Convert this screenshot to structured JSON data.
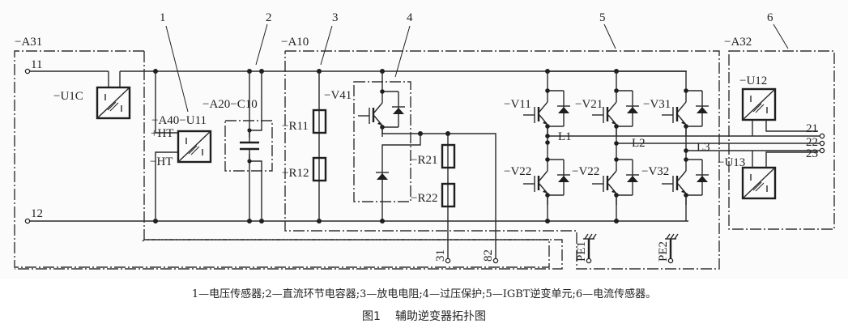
{
  "diagram": {
    "callouts": [
      "1",
      "2",
      "3",
      "4",
      "5",
      "6"
    ],
    "blocks": {
      "A31": "−A31",
      "A10": "−A10",
      "A32": "−A32",
      "A40_U11": "−A40−U11",
      "A20_C10": "−A20−C10"
    },
    "components": {
      "U1C": "−U1C",
      "HT_plus": "+HT",
      "HT_minus": "−HT",
      "R11": "−R11",
      "R12": "−R12",
      "V41": "−V41",
      "R21": "−R21",
      "R22": "−R22",
      "V11": "−V11",
      "V21": "−V21",
      "V31": "−V31",
      "V12": "−V22",
      "V22": "−V22",
      "V32": "−V32",
      "U12": "−U12",
      "U13": "−U13"
    },
    "lines": {
      "L1": "L1",
      "L2": "L2",
      "L3": "L3"
    },
    "terminals": {
      "t11": "11",
      "t12": "12",
      "t21": "21",
      "t22": "22",
      "t23": "23",
      "t31": "31",
      "t82": "82",
      "PE1": "PE1",
      "PE2": "PE2"
    }
  },
  "legend": "1—电压传感器;2—直流环节电容器;3—放电电阻;4—过压保护;5—IGBT逆变单元;6—电流传感器。",
  "caption": {
    "figure_no": "图1",
    "title": "辅助逆变器拓扑图"
  }
}
